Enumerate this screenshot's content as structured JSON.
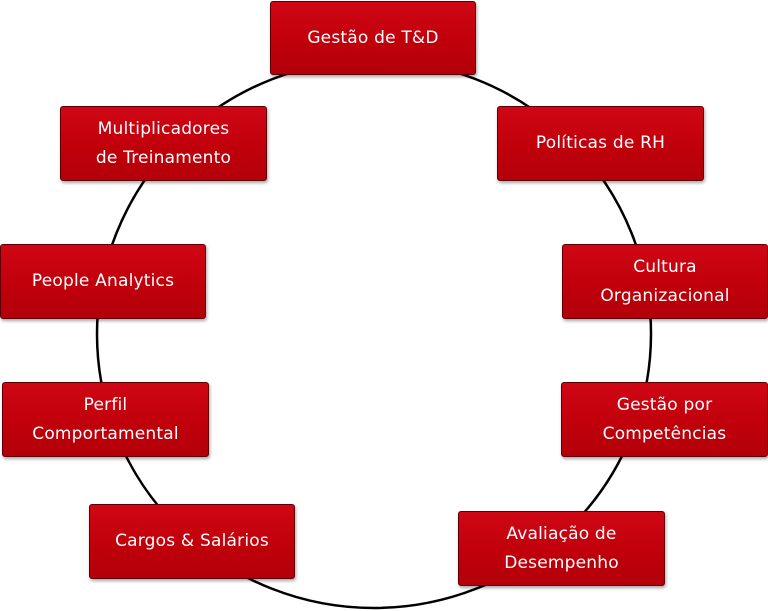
{
  "diagram": {
    "nodes": [
      {
        "id": "gestao-td",
        "label": "Gestão de T&D"
      },
      {
        "id": "politicas-rh",
        "label": "Políticas de RH"
      },
      {
        "id": "cultura",
        "label": "Cultura\nOrganizacional"
      },
      {
        "id": "gestao-competencias",
        "label": "Gestão por\nCompetências"
      },
      {
        "id": "avaliacao",
        "label": "Avaliação de\nDesempenho"
      },
      {
        "id": "cargos",
        "label": "Cargos & Salários"
      },
      {
        "id": "perfil",
        "label": "Perfil\nComportamental"
      },
      {
        "id": "people-analytics",
        "label": "People Analytics"
      },
      {
        "id": "multiplicadores",
        "label": "Multiplicadores\nde Treinamento"
      }
    ],
    "colors": {
      "node_fill": "#c4000e",
      "node_border": "#5c0005",
      "node_text": "#ffffff",
      "ring": "#000000"
    }
  }
}
